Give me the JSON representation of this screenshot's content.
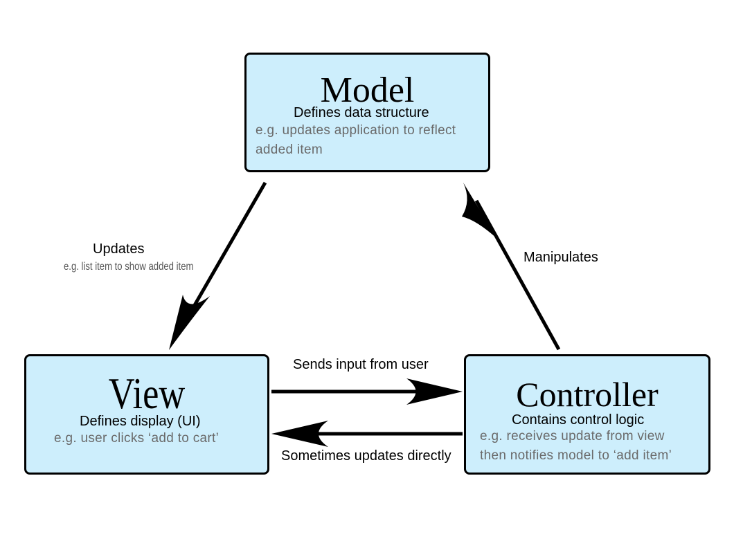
{
  "model": {
    "title": "Model",
    "subtitle": "Defines data structure",
    "example_line1": "e.g. updates application to reflect",
    "example_line2": "added item"
  },
  "view": {
    "title": "View",
    "subtitle": "Defines display (UI)",
    "example": "e.g. user clicks ‘add to cart’"
  },
  "controller": {
    "title": "Controller",
    "subtitle": "Contains control logic",
    "example_line1": "e.g. receives update from view",
    "example_line2": "then notifies model to ‘add item’"
  },
  "edges": {
    "model_to_view": {
      "label": "Updates",
      "example": "e.g. list item to show added item"
    },
    "controller_to_model": {
      "label": "Manipulates"
    },
    "view_to_controller": {
      "label": "Sends input from user"
    },
    "controller_to_view": {
      "label": "Sometimes updates directly"
    }
  },
  "colors": {
    "box_fill": "#cdeefc",
    "example_text": "#6a6a6a"
  }
}
